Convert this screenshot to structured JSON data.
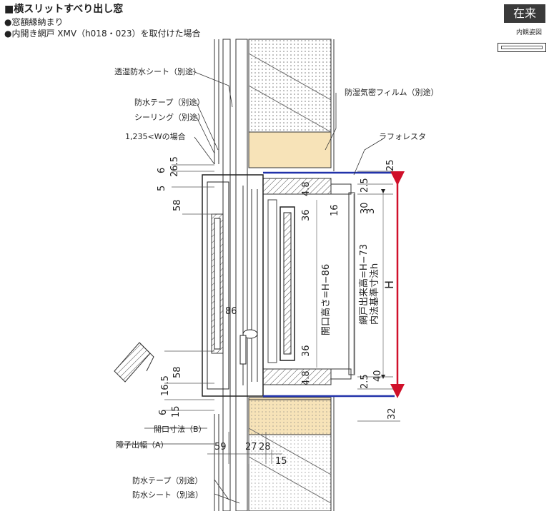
{
  "header": {
    "title": "■横スリットすべり出し窓",
    "line1": "●窓額縁納まり",
    "line2": "●内開き網戸 XMV（h018・023）を取付けた場合",
    "badge": "在来",
    "badge_sub": "内観姿図"
  },
  "callouts": {
    "touki": "透湿防水シート（別途）",
    "bousui_tape": "防水テープ（別途）",
    "sealing": "シーリング（別途）",
    "w_case": "1,235<Wの場合",
    "bousitsu": "防湿気密フィルム（別途）",
    "rafore": "ラフォレスタ",
    "kaiko_b": "開口寸法（B）",
    "shoji_a": "障子出幅（A）",
    "bousui_tape_bottom": "防水テープ（別途）",
    "bousui_sheet_bottom": "防水シート（別途）"
  },
  "dims": {
    "d6_top": "6",
    "d26_5": "26.5",
    "d5": "5",
    "d58_top": "58",
    "d4_8_top": "4.8",
    "d36_top": "36",
    "d16": "16",
    "d2_5_top": "2.5",
    "d30": "30",
    "d25": "25",
    "d3": "3",
    "d86": "86",
    "d36_bot": "36",
    "d58_bot": "58",
    "d16_5": "16.5",
    "d4_8_bot": "4.8",
    "d2_5_bot": "2.5",
    "d40": "40",
    "d6_bot": "6",
    "d15_left": "15",
    "d32": "32",
    "d59": "59",
    "d27": "27",
    "d28": "28",
    "d15_bottom": "15",
    "kaiko_takasa": "開口高さ=H−86",
    "amido": "網戸出来高=H−73",
    "naiho": "内法基準寸法h",
    "H": "H"
  },
  "colors": {
    "insulation": "#f7e3b8",
    "blue_line": "#2233aa",
    "red_arrow": "#d0102a",
    "gray": "#bcbcbc"
  }
}
